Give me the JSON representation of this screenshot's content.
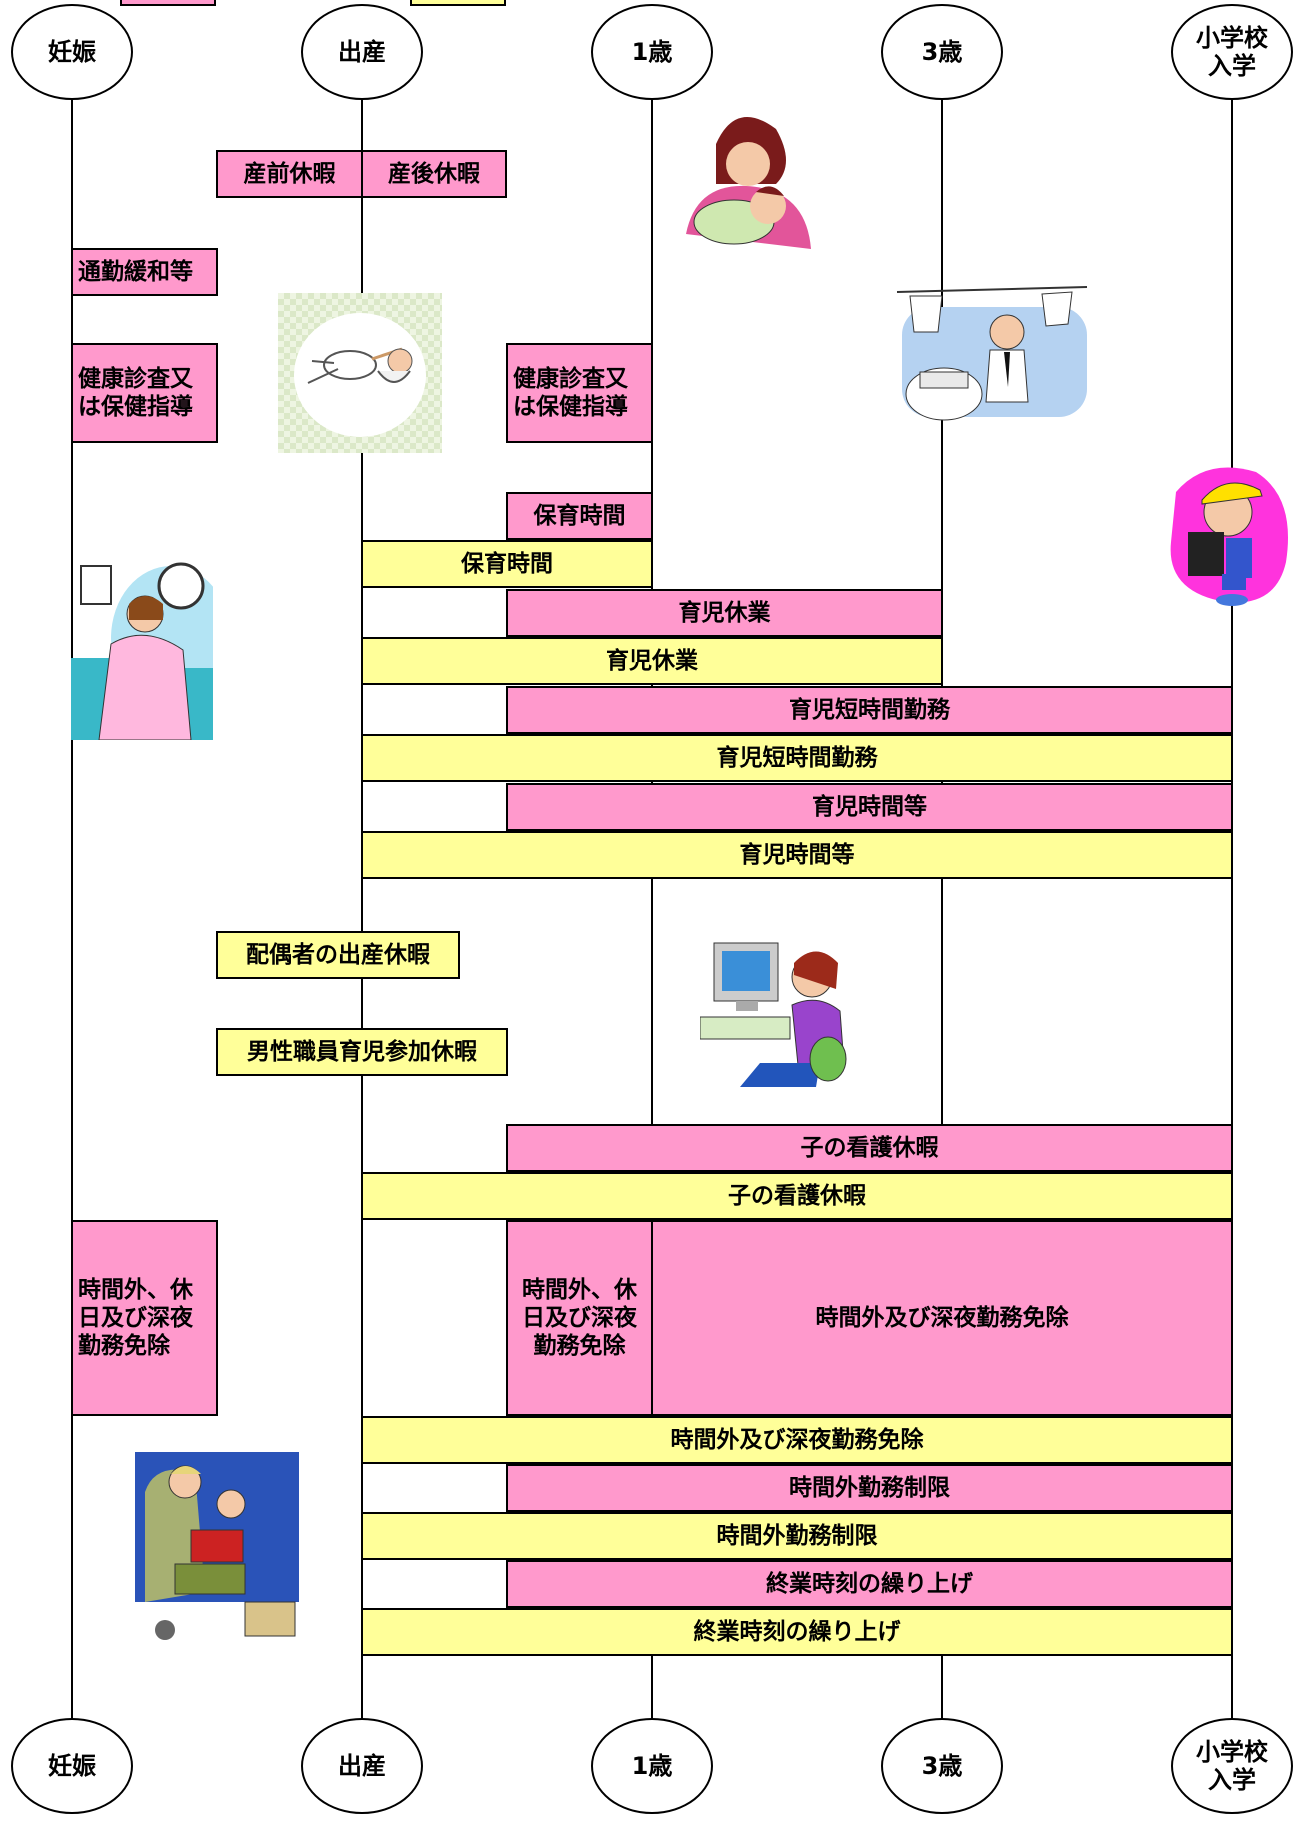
{
  "timeline": {
    "stages": [
      "妊娠",
      "出産",
      "1歳",
      "3歳",
      "小学校\n入学"
    ]
  },
  "items": {
    "prenatal_leave": "産前休暇",
    "postnatal_leave": "産後休暇",
    "commute_relief": "通勤緩和等",
    "health_check_pregnancy": "健康診査又\nは保健指導",
    "health_check_postnatal": "健康診査又\nは保健指導",
    "nursing_time_pink": "保育時間",
    "nursing_time_yellow": "保育時間",
    "childcare_leave_pink": "育児休業",
    "childcare_leave_yellow": "育児休業",
    "short_hours_pink": "育児短時間勤務",
    "short_hours_yellow": "育児短時間勤務",
    "childcare_time_pink": "育児時間等",
    "childcare_time_yellow": "育児時間等",
    "spouse_birth_leave": "配偶者の出産休暇",
    "male_participation_leave": "男性職員育児参加休暇",
    "child_nursing_leave_pink": "子の看護休暇",
    "child_nursing_leave_yellow": "子の看護休暇",
    "overtime_exempt_pregnancy": "時間外、休\n日及び深夜\n勤務免除",
    "overtime_exempt_postnatal": "時間外、休\n日及び深夜\n勤務免除",
    "overtime_night_exempt_pink": "時間外及び深夜勤務免除",
    "overtime_night_exempt_yellow": "時間外及び深夜勤務免除",
    "overtime_limit_pink": "時間外勤務制限",
    "overtime_limit_yellow": "時間外勤務制限",
    "early_finish_pink": "終業時刻の繰り上げ",
    "early_finish_yellow": "終業時刻の繰り上げ"
  },
  "colors": {
    "pink": "#ff99cc",
    "yellow": "#ffff99",
    "line": "#000000"
  }
}
